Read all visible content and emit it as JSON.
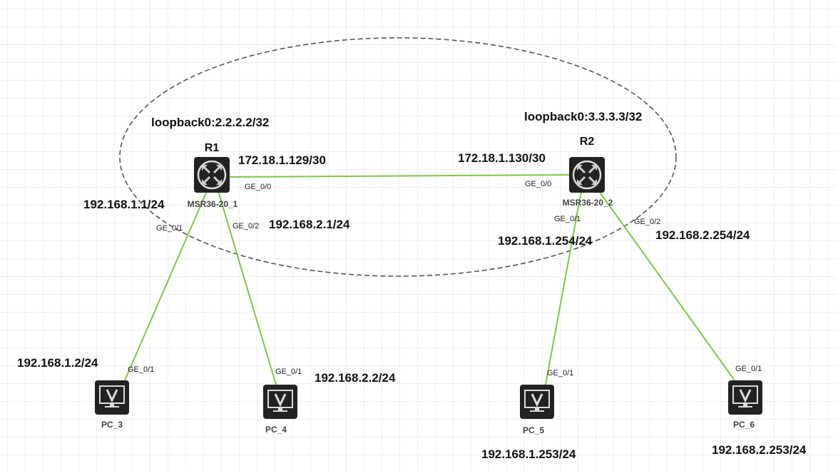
{
  "routers": [
    {
      "name": "R1",
      "model": "MSR36-20_1",
      "loopback": "loopback0:2.2.2.2/32"
    },
    {
      "name": "R2",
      "model": "MSR36-20_2",
      "loopback": "loopback0:3.3.3.3/32"
    }
  ],
  "pcs": [
    {
      "name": "PC_3",
      "ip": "192.168.1.2/24",
      "port": "GE_0/1"
    },
    {
      "name": "PC_4",
      "ip": "192.168.2.2/24",
      "port": "GE_0/1"
    },
    {
      "name": "PC_5",
      "ip": "192.168.1.253/24",
      "port": "GE_0/1"
    },
    {
      "name": "PC_6",
      "ip": "192.168.2.253/24",
      "port": "GE_0/1"
    }
  ],
  "r1_ports": {
    "g00": "GE_0/0",
    "g01": "GE_0/1",
    "g02": "GE_0/2",
    "ip00": "172.18.1.129/30",
    "ip01": "192.168.1.1/24",
    "ip02": "192.168.2.1/24"
  },
  "r2_ports": {
    "g00": "GE_0/0",
    "g01": "GE_0/1",
    "g02": "GE_0/2",
    "ip00": "172.18.1.130/30",
    "ip01": "192.168.1.254/24",
    "ip02": "192.168.2.254/24"
  },
  "colors": {
    "link": "#7cc843",
    "device": "#222222",
    "grid": "#eeeeee"
  }
}
